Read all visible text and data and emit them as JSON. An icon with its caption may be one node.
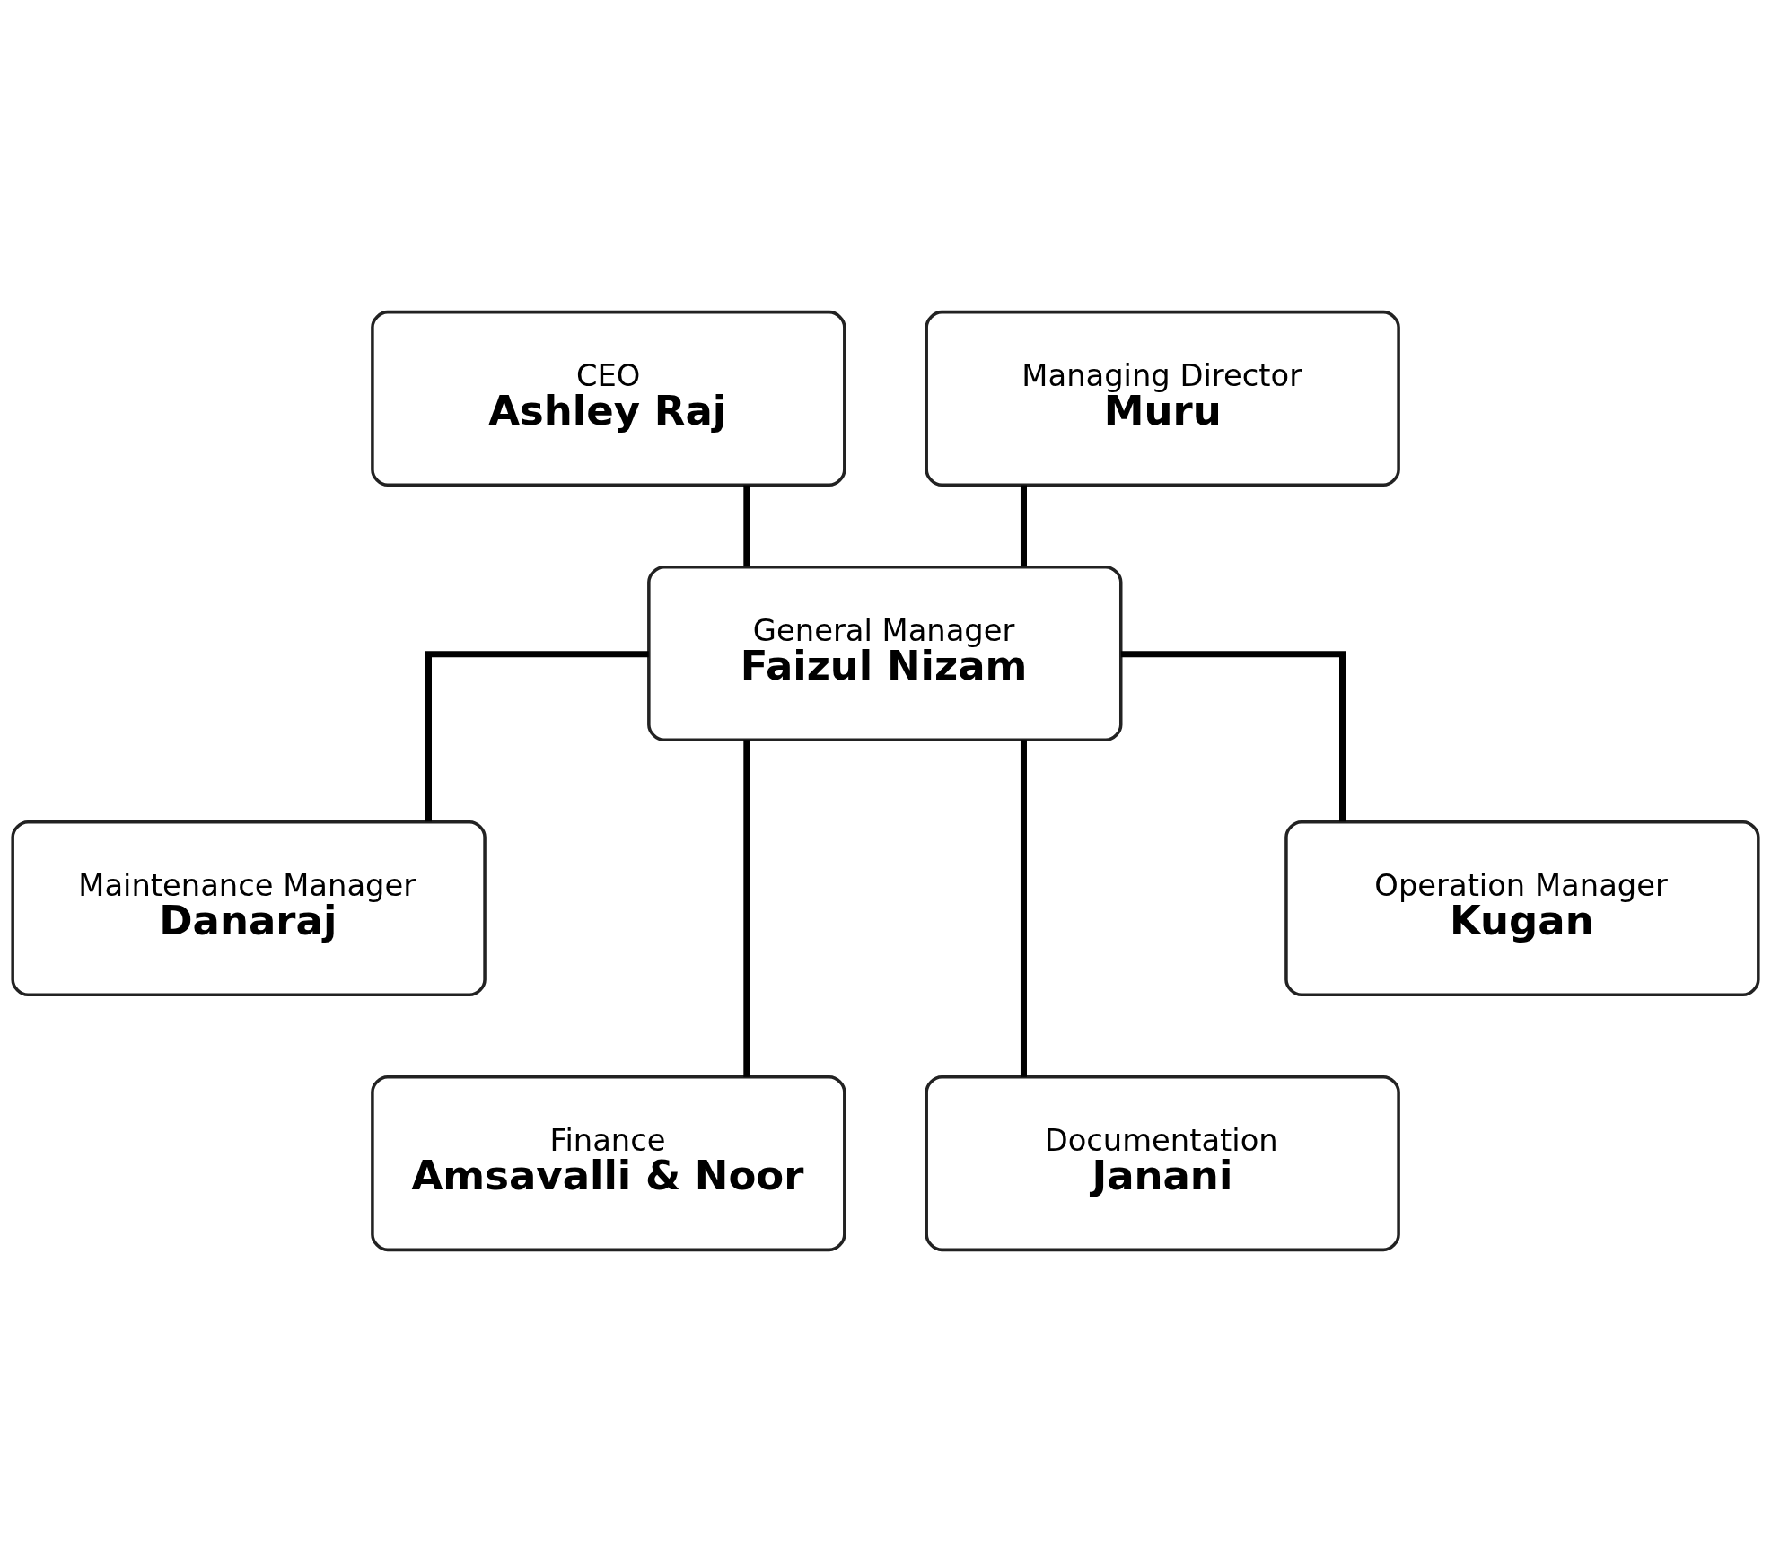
{
  "diagram": {
    "nodes": [
      {
        "text": [
          "CEO",
          "Ashley Raj"
        ]
      },
      {
        "text": [
          "Managing Director",
          "Muru"
        ]
      },
      {
        "text": [
          "General Manager",
          "Faizul Nizam"
        ]
      },
      {
        "text": [
          "Maintenance Manager",
          "Danaraj"
        ]
      },
      {
        "text": [
          "Operation Manager",
          "Kugan"
        ]
      },
      {
        "text": [
          "Finance",
          "Amsavalli & Noor"
        ]
      },
      {
        "text": [
          "Documentation",
          "Janani"
        ]
      }
    ],
    "edges": [
      {
        "from": 0,
        "to": 2,
        "arrow": "none"
      },
      {
        "from": 1,
        "to": 2,
        "arrow": "none"
      },
      {
        "from": 2,
        "to": 3,
        "arrow": "none"
      },
      {
        "from": 2,
        "to": 5,
        "arrow": "none"
      },
      {
        "from": 2,
        "to": 6,
        "arrow": "none"
      },
      {
        "from": 2,
        "to": 4,
        "arrow": "none"
      }
    ]
  }
}
